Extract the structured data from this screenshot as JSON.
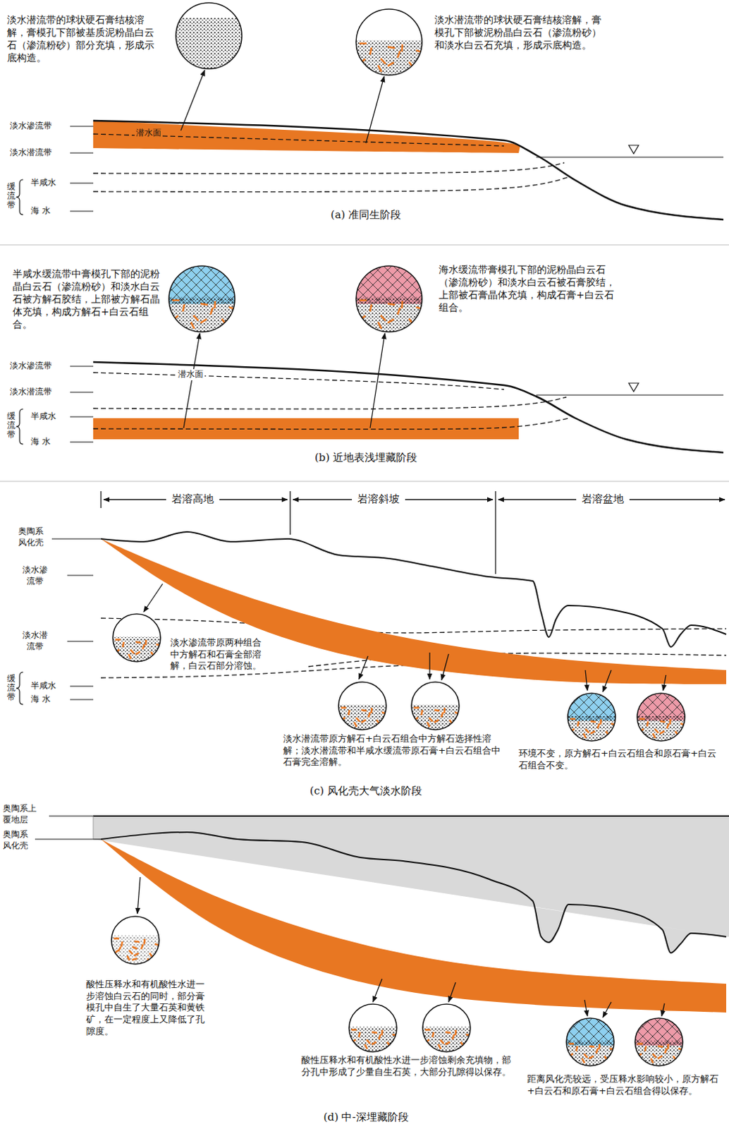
{
  "diagram": {
    "labels": [
      "淡水潜流带的球状硬石膏结核溶解，膏模孔下部被基质泥粉晶白云石（渗流粉砂）部分充填，形成示底构造。",
      "淡水潜流带的球状硬石膏结核溶解，膏模孔下部被泥粉晶白云石（渗流粉砂）和淡水白云石充填，形成示底构造。",
      "淡水渗流带",
      "潜水面",
      "淡水潜流带",
      "缓流带",
      "半咸水",
      "海 水",
      "(a) 准同生阶段",
      "半咸水缓流带中膏模孔下部的泥粉晶白云石（渗流粉砂）和淡水白云石被方解石胶结，上部被方解石晶体充填，构成方解石+白云石组合。",
      "海水缓流带膏模孔下部的泥粉晶白云石（渗流粉砂）和淡水白云石被石膏胶结，上部被石膏晶体充填，构成石膏+白云石组合。",
      "淡水渗流带",
      "潜水面",
      "淡水潜流带",
      "缓流带",
      "半咸水",
      "海 水",
      "(b) 近地表浅埋藏阶段",
      "岩溶高地",
      "岩溶斜坡",
      "岩溶盆地",
      "奥陶系风化壳",
      "淡水渗流带",
      "淡水渗流带原两种组合中方解石和石膏全部溶解，白云石部分溶蚀。",
      "淡水潜流带",
      "缓流带",
      "半咸水",
      "海 水",
      "淡水潜流带原方解石+白云石组合中方解石选择性溶解；淡水潜流带和半咸水缓流带原石膏+白云石组合中石膏完全溶解。",
      "环境不变，原方解石+白云石组合和原石膏+白云石组合不变。",
      "(c) 风化壳大气淡水阶段",
      "奥陶系上覆地层",
      "奥陶系风化壳",
      "酸性压释水和有机酸性水进一步溶蚀白云石的同时，部分膏模孔中自生了大量石英和黄铁矿，在一定程度上又降低了孔隙度。",
      "酸性压释水和有机酸性水进一步溶蚀剩余充填物，部分孔中形成了少量自生石英，大部分孔隙得以保存。",
      "距离风化壳较远，受压释水影响较小，原方解石+白云石和原石膏+白云石组合得以保存。",
      "(d) 中-深埋藏阶段"
    ]
  }
}
